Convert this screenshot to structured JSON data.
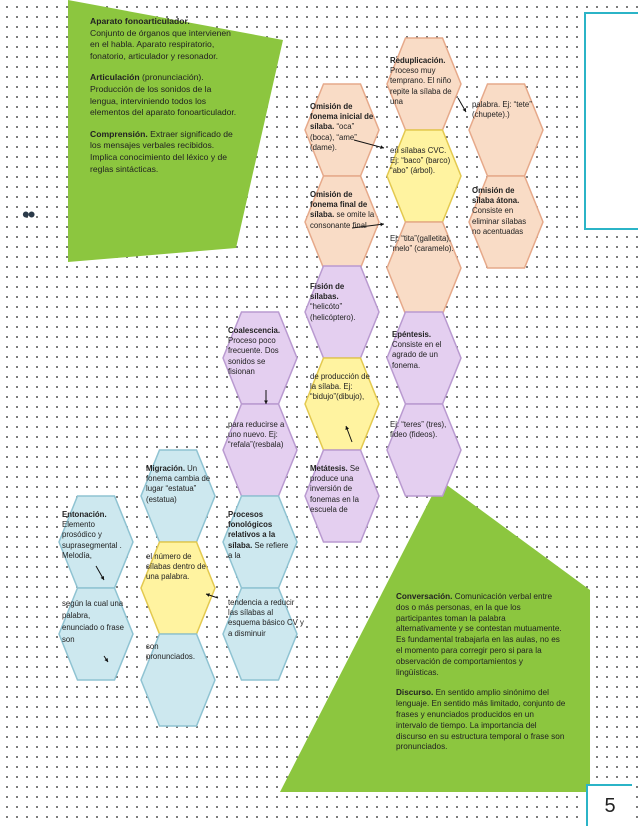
{
  "page_number": "5",
  "colors": {
    "green": "#8cc63f",
    "lilac": "#e4cff0",
    "lilac_edge": "#b99ad0",
    "light_blue": "#cde8ef",
    "blue_edge": "#8fc3d2",
    "peach": "#f9dcc6",
    "peach_edge": "#e6a98a",
    "center": "#fff3a0",
    "frame": "#2bb4c7"
  },
  "left_panel": {
    "aparato_title": "Aparato fonoarticulador.",
    "aparato_text": "Conjunto de órganos que intervienen en el habla. Aparato respiratorio, fonatorio, articulador y resonador.",
    "articulacion_title": "Articulación",
    "articulacion_paren": " (pronunciación).",
    "articulacion_text": "Producción de los sonidos de la lengua, interviniendo todos los elementos del aparato fonoarticulador.",
    "comprension_title": "Comprensión.",
    "comprension_text": " Extraer significado de los mensajes verbales recibidos. Implica conocimiento del léxico y de reglas sintácticas."
  },
  "right_panel": {
    "conversacion_title": "Conversación.",
    "conversacion_text": " Comunicación verbal entre dos o más personas, en la que los participantes toman la palabra alternativamente y se contestan mutuamente. Es fundamental trabajarla en las aulas, no es el momento para corregir pero si para la observación de comportamientos y lingüísticas.",
    "discurso_title": "Discurso.",
    "discurso_text": " En sentido amplio sinónimo del lenguaje. En sentido más limitado, conjunto de frases y enunciados producidos en un intervalo de tiempo. La importancia del discurso en su estructura temporal o frase son pronunciados."
  },
  "cluster_top": {
    "reduplicacion_title": "Reduplicación.",
    "reduplicacion_text": "Proceso muy temprano. El niño repite la sílaba de una",
    "palabra_text": "palabra. Ej: “tete” (chupete).)",
    "omision_inicial_title": "Omisión de fonema inicial de sílaba.",
    "omision_inicial_text": " “oca” (boca), “ame” (dame).",
    "center_text": "en sílabas CVC. Ej: “baco” (barco) “abo” (árbol).",
    "omision_atona_title": "Omisión de sílaba átona.",
    "omision_atona_text": " Consiste en eliminar sílabas no acentuadas",
    "omision_final_title": "Omisión de fonema final de sílaba.",
    "omision_final_text": " se omite la consonante final",
    "ej_tita_text": "Ej: “tita”(galletita), “melo” (caramelo)."
  },
  "cluster_mid": {
    "fision_title": "Fisión de sílabas.",
    "fision_text": "“helicóto” (helicóptero).",
    "coalescencia_title": "Coalescencia.",
    "coalescencia_text": " Proceso poco frecuente. Dos sonidos se fisionan",
    "epentesis_title": "Epéntesis.",
    "epentesis_text": " Consiste en el agrado de un fonema.",
    "center_text": "de producción de la sílaba. Ej: “bidujo”(dibujo),",
    "reducirse_text": "para reducirse a uno nuevo. Ej: “refala”(resbala)",
    "teres_text": "Ej: “teres” (tres), fideo (fideos).",
    "metatesis_title": "Metátesis.",
    "metatesis_text": " Se produce una inversión de fonemas en la escuela de"
  },
  "cluster_bottom": {
    "migracion_title": "Migración.",
    "migracion_text": " Un fonema cambia de lugar “estatua” (estatua)",
    "entonacion_title": "Entonación.",
    "entonacion_text": " Elemento prosódico y suprasegmental . Melodía,",
    "procesos_title": "Procesos fonológicos relativos a la sílaba.",
    "procesos_text": " Se refiere a la",
    "center_text": "el número de sílabas dentro de una palabra.",
    "segun_text": "según la cual una palabra, enunciado o frase son",
    "tendencia_text": "tendencia a reducir las sílabas al esquema básico CV y a disminuir",
    "son_text": "son pronunciados."
  }
}
